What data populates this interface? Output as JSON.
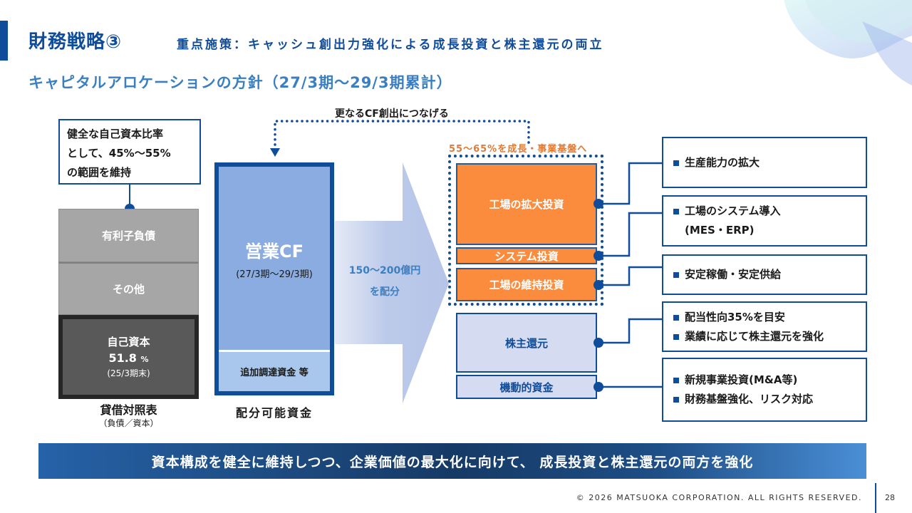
{
  "header": {
    "title": "財務戦略③",
    "subtitle": "重点施策：キャッシュ創出力強化による成長投資と株主還元の両立",
    "section_title": "キャピタルアロケーションの方針（27/3期～29/3期累計）"
  },
  "balance_sheet": {
    "note_lines": [
      "健全な自己資本比率",
      "として、45%～55%",
      "の範囲を維持"
    ],
    "debt_label": "有利子負債",
    "other_label": "その他",
    "equity_label": "自己資本",
    "equity_value": "51.8",
    "equity_unit": "%",
    "equity_note": "(25/3期末)",
    "caption": "貸借対照表",
    "caption_sub": "（負債／資本）"
  },
  "cash_flow": {
    "loop_label": "更なるCF創出につなげる",
    "main_label": "営業CF",
    "main_period": "(27/3期～29/3期)",
    "extra_label": "追加調達資金 等",
    "caption": "配分可能資金",
    "arrow_line1": "150～200億円",
    "arrow_line2": "を配分"
  },
  "allocation": {
    "growth_label": "55～65%を成長・事業基盤へ",
    "items": [
      {
        "label": "工場の拡大投資"
      },
      {
        "label": "システム投資"
      },
      {
        "label": "工場の維持投資"
      },
      {
        "label": "株主還元"
      },
      {
        "label": "機動的資金"
      }
    ],
    "details": [
      {
        "lines": [
          "生産能力の拡大"
        ]
      },
      {
        "lines": [
          "工場のシステム導入",
          "(MES・ERP)"
        ]
      },
      {
        "lines": [
          "安定稼働・安定供給"
        ]
      },
      {
        "lines": [
          "配当性向35%を目安",
          "業績に応じて株主還元を強化"
        ]
      },
      {
        "lines": [
          "新規事業投資(M&A等)",
          "財務基盤強化、リスク対応"
        ]
      }
    ]
  },
  "banner": "資本構成を健全に維持しつつ、企業価値の最大化に向けて、 成長投資と株主還元の両方を強化",
  "footer": {
    "copyright": "© 2026 MATSUOKA CORPORATION. ALL RIGHTS RESERVED.",
    "page_number": "28"
  },
  "colors": {
    "brand_blue": "#0f4c99",
    "accent_blue": "#3a7fc1",
    "orange": "#fb8c3e",
    "orange_text": "#e07a35"
  }
}
